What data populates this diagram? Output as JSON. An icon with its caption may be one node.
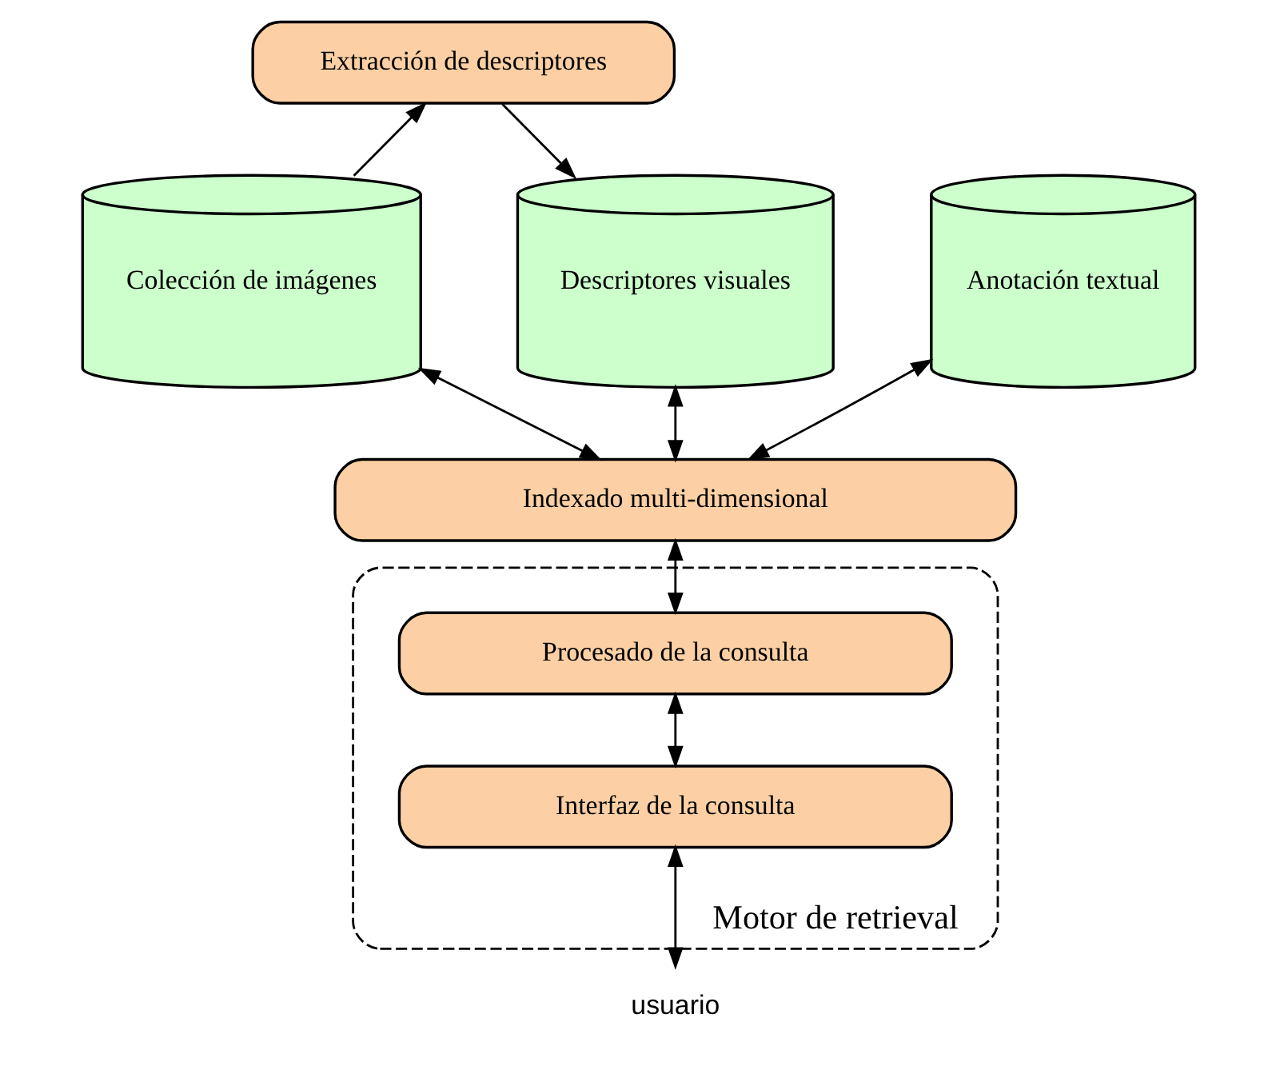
{
  "diagram": {
    "nodes": [
      {
        "text": [
          "Extracción de descriptores"
        ]
      },
      {
        "text": [
          "Colección de imágenes"
        ]
      },
      {
        "text": [
          "Descriptores visuales"
        ]
      },
      {
        "text": [
          "Anotación textual"
        ]
      },
      {
        "text": [
          "Indexado multi-dimensional"
        ]
      },
      {
        "text": [
          "Motor de retrieval"
        ]
      },
      {
        "text": [
          "Procesado de la consulta"
        ],
        "in": 5
      },
      {
        "text": [
          "Interfaz de la consulta"
        ],
        "in": 5
      },
      {
        "text": [
          "usuario"
        ]
      }
    ],
    "edges": [
      {
        "from": 1,
        "to": 0,
        "arrow": "to"
      },
      {
        "from": 0,
        "to": 2,
        "arrow": "to"
      },
      {
        "from": 4,
        "to": 1,
        "arrow": "both"
      },
      {
        "from": 4,
        "to": 2,
        "arrow": "both"
      },
      {
        "from": 4,
        "to": 3,
        "arrow": "both"
      },
      {
        "from": 4,
        "to": 6,
        "arrow": "both"
      },
      {
        "from": 6,
        "to": 7,
        "arrow": "both"
      },
      {
        "from": 7,
        "to": 8,
        "arrow": "both"
      }
    ]
  }
}
